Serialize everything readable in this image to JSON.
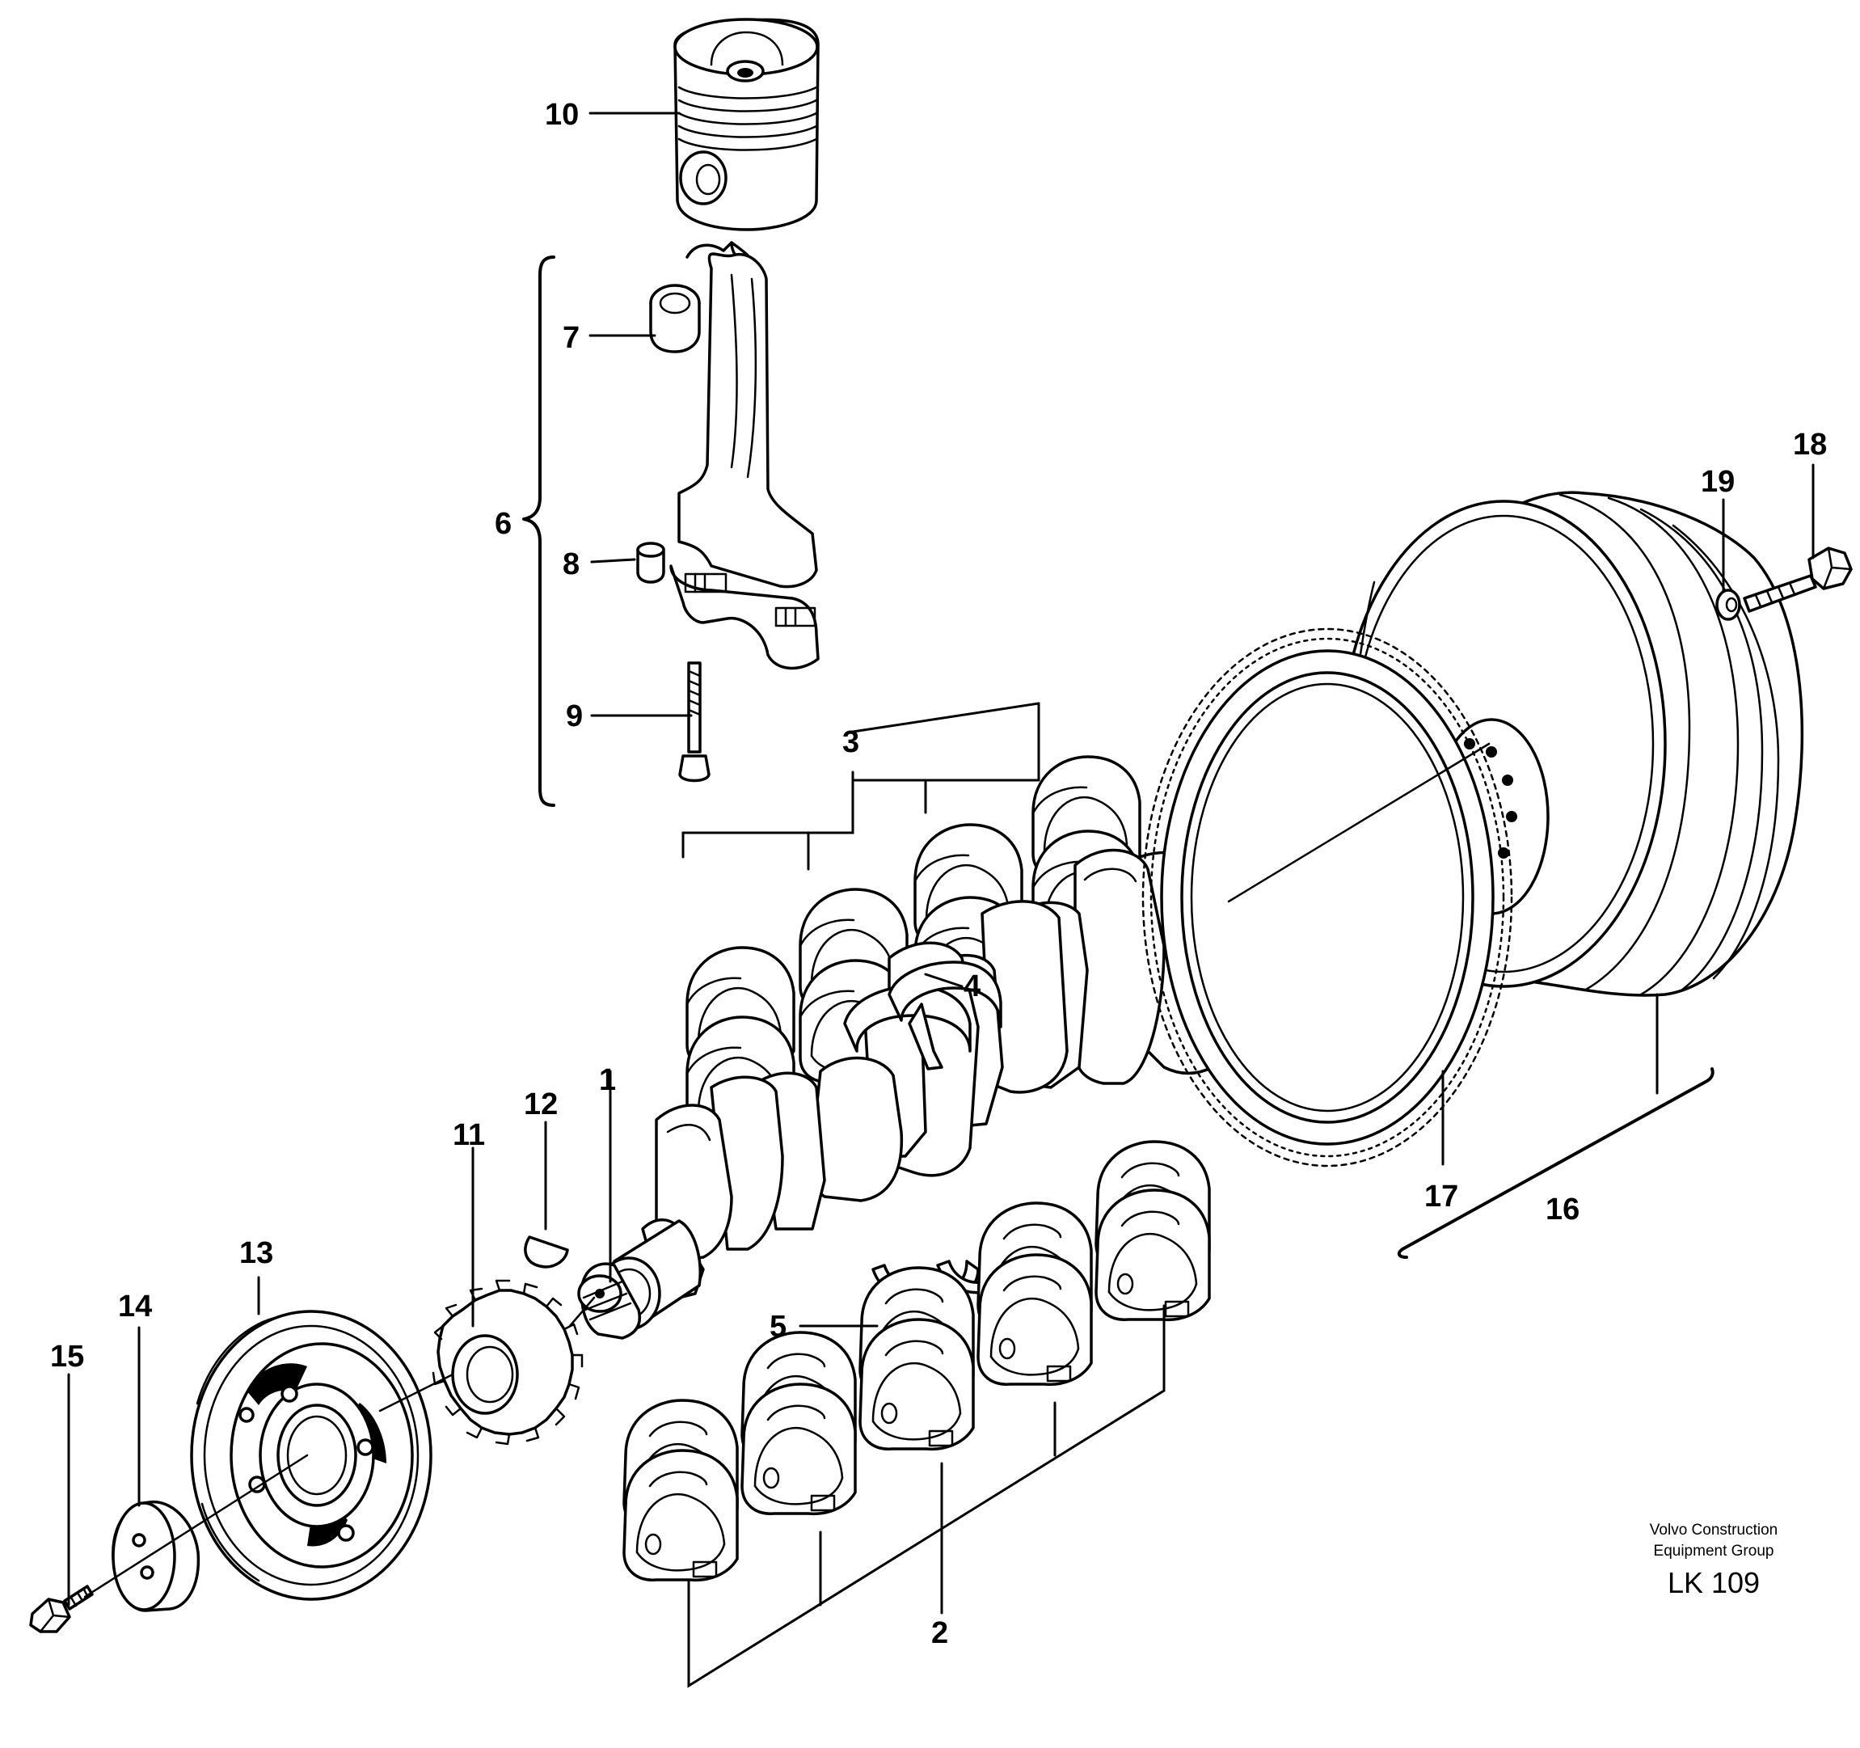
{
  "callouts": {
    "c1": "1",
    "c2": "2",
    "c3": "3",
    "c4": "4",
    "c5": "5",
    "c6": "6",
    "c7": "7",
    "c8": "8",
    "c9": "9",
    "c10": "10",
    "c11": "11",
    "c12": "12",
    "c13": "13",
    "c14": "14",
    "c15": "15",
    "c16": "16",
    "c17": "17",
    "c18": "18",
    "c19": "19"
  },
  "caption": {
    "line1": "Volvo Construction",
    "line2": "Equipment Group",
    "code": "LK 109"
  }
}
